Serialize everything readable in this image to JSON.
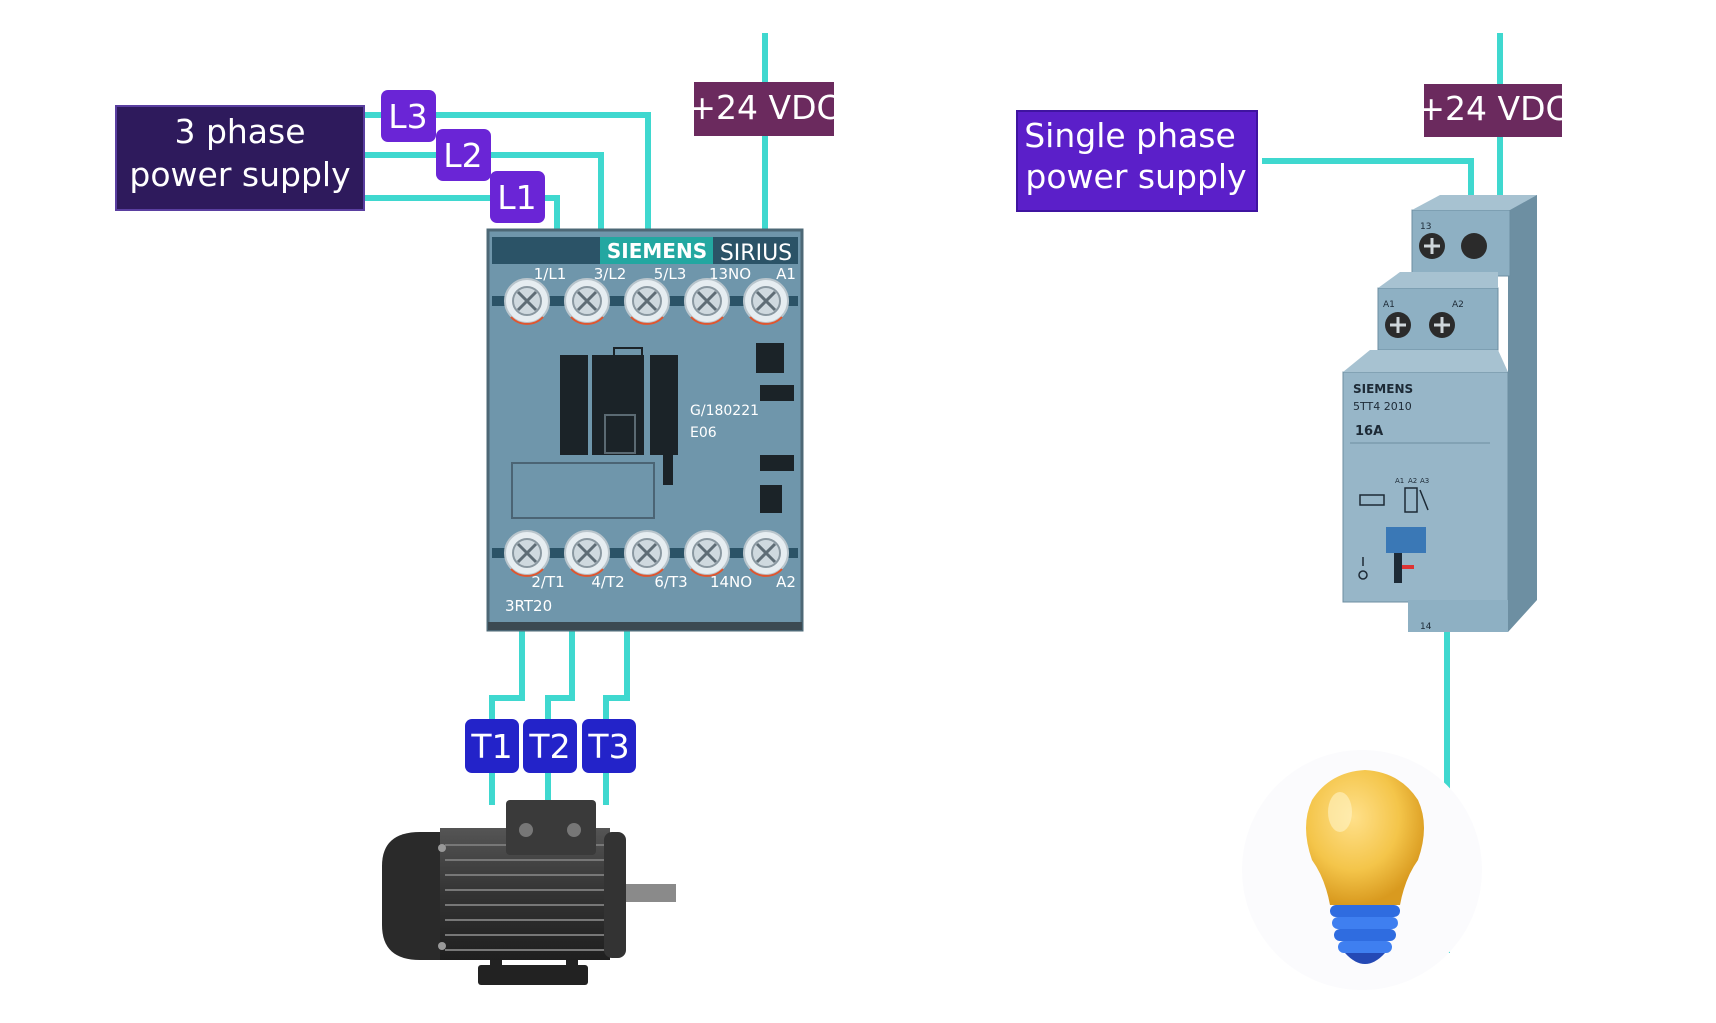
{
  "left_circuit": {
    "supply_line1": "3 phase",
    "supply_line2": "power supply",
    "vdc_label": "+24 VDC",
    "phases": [
      "L3",
      "L2",
      "L1"
    ],
    "outputs": [
      "T1",
      "T2",
      "T3"
    ],
    "contactor": {
      "brand": "SIEMENS",
      "series": "SIRIUS",
      "top_terminals": [
        "1/L1",
        "3/L2",
        "5/L3",
        "13NO",
        "A1"
      ],
      "bottom_terminals": [
        "2/T1",
        "4/T2",
        "6/T3",
        "14NO",
        "A2"
      ],
      "code_line1": "G/180221",
      "code_line2": "E06",
      "model": "3RT20"
    }
  },
  "right_circuit": {
    "supply_line1": "Single phase",
    "supply_line2": "power supply",
    "vdc_label": "+24 VDC",
    "relay": {
      "brand": "SIEMENS",
      "model": "5TT4 2010",
      "rating": "16A",
      "term_13": "13",
      "term_a1": "A1",
      "term_a2": "A2",
      "term_14": "14",
      "symbol_labels": [
        "A1",
        "A2",
        "A3"
      ]
    }
  },
  "colors": {
    "wire": "#3fd8cf",
    "supply_dark": "#2e1a5c",
    "supply_purple": "#5b1fc9",
    "phase_tag": "#6a25d6",
    "vdc_tag": "#6b2a5e",
    "output_tag": "#2323c9",
    "contactor_body": "#6f96ab",
    "relay_body": "#8eb0c3"
  }
}
